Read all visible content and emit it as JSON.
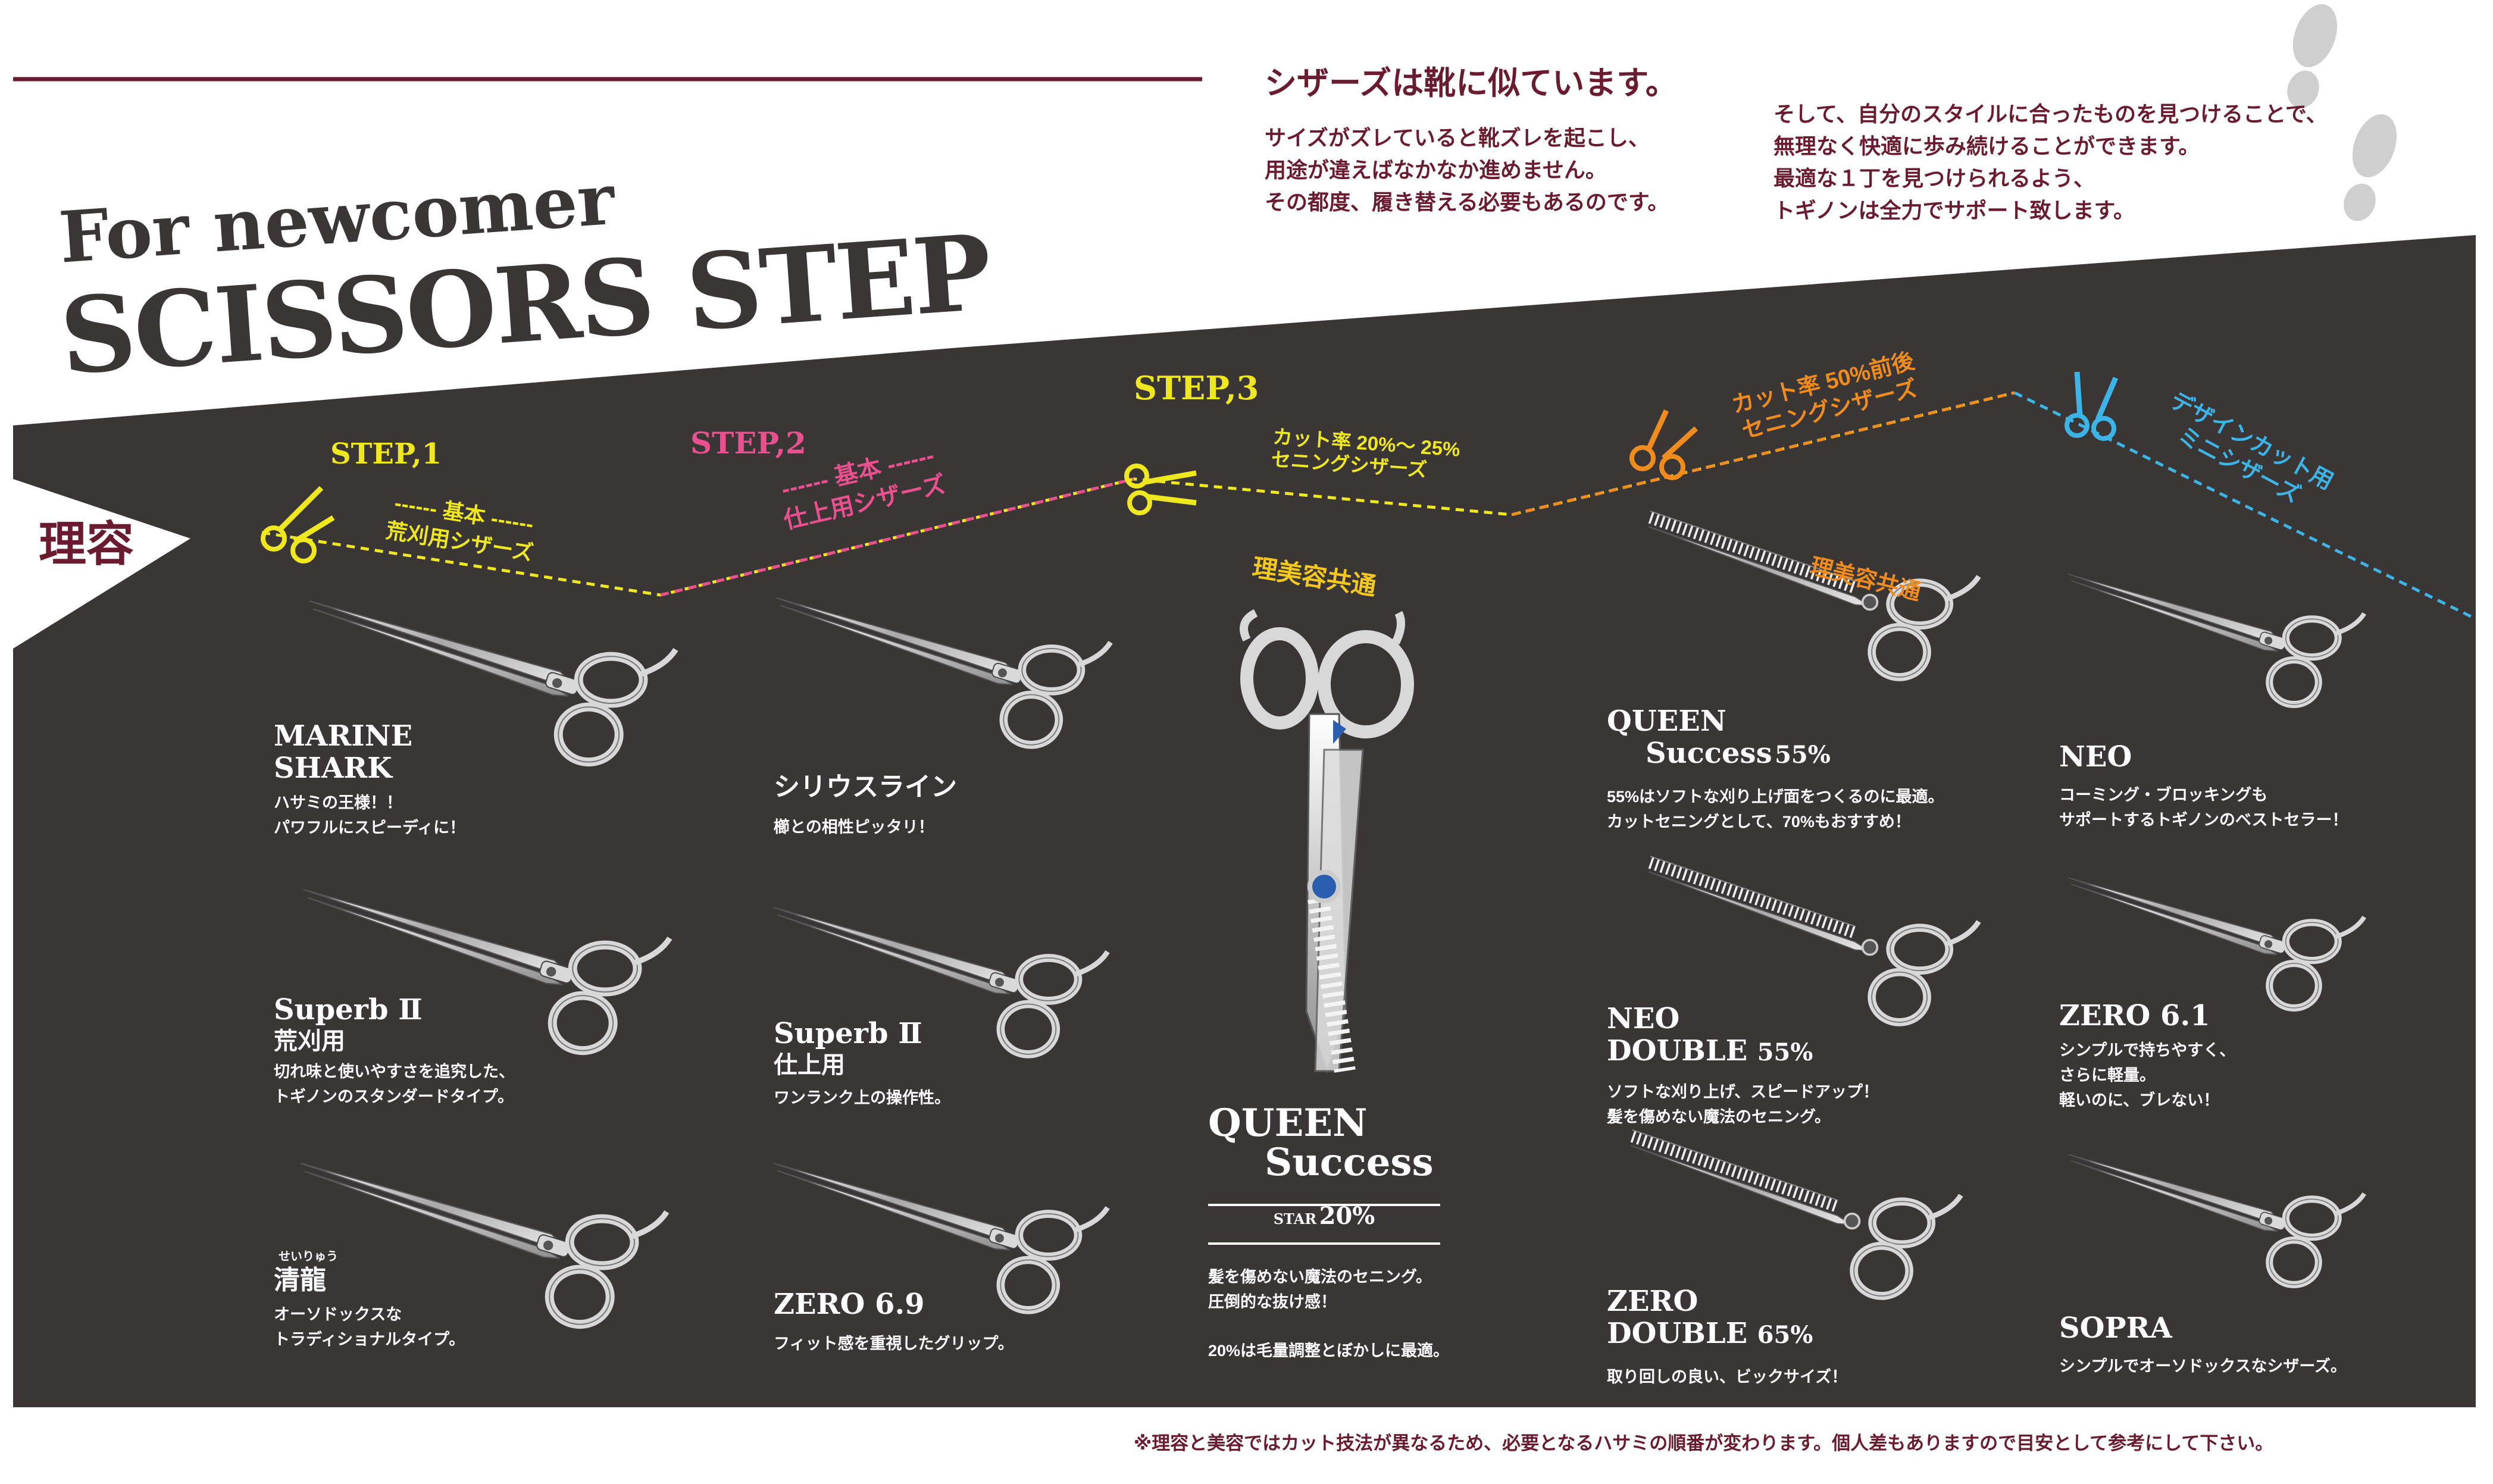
{
  "header": {
    "subtitle": "For newcomer",
    "title": "SCISSORS STEP",
    "lead_title": "シザーズは靴に似ています。",
    "lead_col1": [
      "サイズがズレていると靴ズレを起こし、",
      "用途が違えばなかなか進めません。",
      "その都度、履き替える必要もあるのです。"
    ],
    "lead_col2": [
      "そして、自分のスタイルに合ったものを見つけることで、",
      "無理なく快適に歩み続けることができます。",
      "最適な１丁を見つけられるよう、",
      "トギノンは全力でサポート致します。"
    ]
  },
  "category_label": "理容",
  "steps": {
    "step1": {
      "label": "STEP,1",
      "sub1": "------ 基本 ------",
      "sub2": "荒刈用シザーズ"
    },
    "step2": {
      "label": "STEP,2",
      "sub1": "------ 基本 ------",
      "sub2": "仕上用シザーズ"
    },
    "step3": {
      "label": "STEP,3",
      "sub1": "カット率 20%〜 25%",
      "sub2": "セニングシザーズ"
    },
    "step4": {
      "sub1": "カット率 50%前後",
      "sub2": "セニングシザーズ"
    },
    "step5": {
      "sub1": "デザインカット用",
      "sub2": "ミニシザーズ"
    }
  },
  "common_labels": {
    "center": "理美容共通",
    "right": "理美容共通"
  },
  "products": {
    "marine_shark": {
      "name1": "MARINE",
      "name2": "SHARK",
      "desc1": "ハサミの王様！！",
      "desc2": "パワフルにスピーディに！"
    },
    "superb_ara": {
      "name1": "Superb Ⅱ",
      "name2": "荒刈用",
      "desc1": "切れ味と使いやすさを追究した、",
      "desc2": "トギノンのスタンダードタイプ。"
    },
    "seiryu": {
      "ruby": "せいりゅう",
      "name1": "清龍",
      "desc1": "オーソドックスな",
      "desc2": "トラディショナルタイプ。"
    },
    "sirius": {
      "name1": "シリウスライン",
      "desc1": "櫛との相性ピッタリ！"
    },
    "superb_shiage": {
      "name1": "Superb Ⅱ",
      "name2": "仕上用",
      "desc1": "ワンランク上の操作性。"
    },
    "zero69": {
      "name1": "ZERO 6.9",
      "desc1": "フィット感を重視したグリップ。"
    },
    "queen_success": {
      "name1": "QUEEN",
      "name2": "Success",
      "star": "STAR",
      "pct": "20%",
      "desc1": "髪を傷めない魔法のセニング。",
      "desc2": "圧倒的な抜け感！",
      "desc3": "20%は毛量調整とぼかしに最適。"
    },
    "queen_success55": {
      "name1": "QUEEN",
      "name2": "Success",
      "pct": "55%",
      "desc1": "55%はソフトな刈り上げ面をつくるのに最適。",
      "desc2": "カットセニングとして、70%もおすすめ！"
    },
    "neo_double": {
      "name1": "NEO",
      "name2": "DOUBLE",
      "pct": "55%",
      "desc1": "ソフトな刈り上げ、スピードアップ！",
      "desc2": "髪を傷めない魔法のセニング。"
    },
    "zero_double": {
      "name1": "ZERO",
      "name2": "DOUBLE",
      "pct": "65%",
      "desc1": "取り回しの良い、ビックサイズ！"
    },
    "neo": {
      "name1": "NEO",
      "desc1": "コーミング・ブロッキングも",
      "desc2": "サポートするトギノンのベストセラー！"
    },
    "zero61": {
      "name1": "ZERO 6.1",
      "desc1": "シンプルで持ちやすく、",
      "desc2": "さらに軽量。",
      "desc3": "軽いのに、ブレない！"
    },
    "sopra": {
      "name1": "SOPRA",
      "desc1": "シンプルでオーソドックスなシザーズ。"
    }
  },
  "footnote": "※理容と美容ではカット技法が異なるため、必要となるハサミの順番が変わります。個人差もありますので目安として参考にして下さい。",
  "colors": {
    "panel": "#3b3636",
    "accent": "#6b1b30",
    "step1": "#f0e81e",
    "step2": "#e8508e",
    "step3": "#f0e81e",
    "step4": "#f08c1e",
    "step5": "#3cb4e6",
    "common": "#f5c81e"
  }
}
